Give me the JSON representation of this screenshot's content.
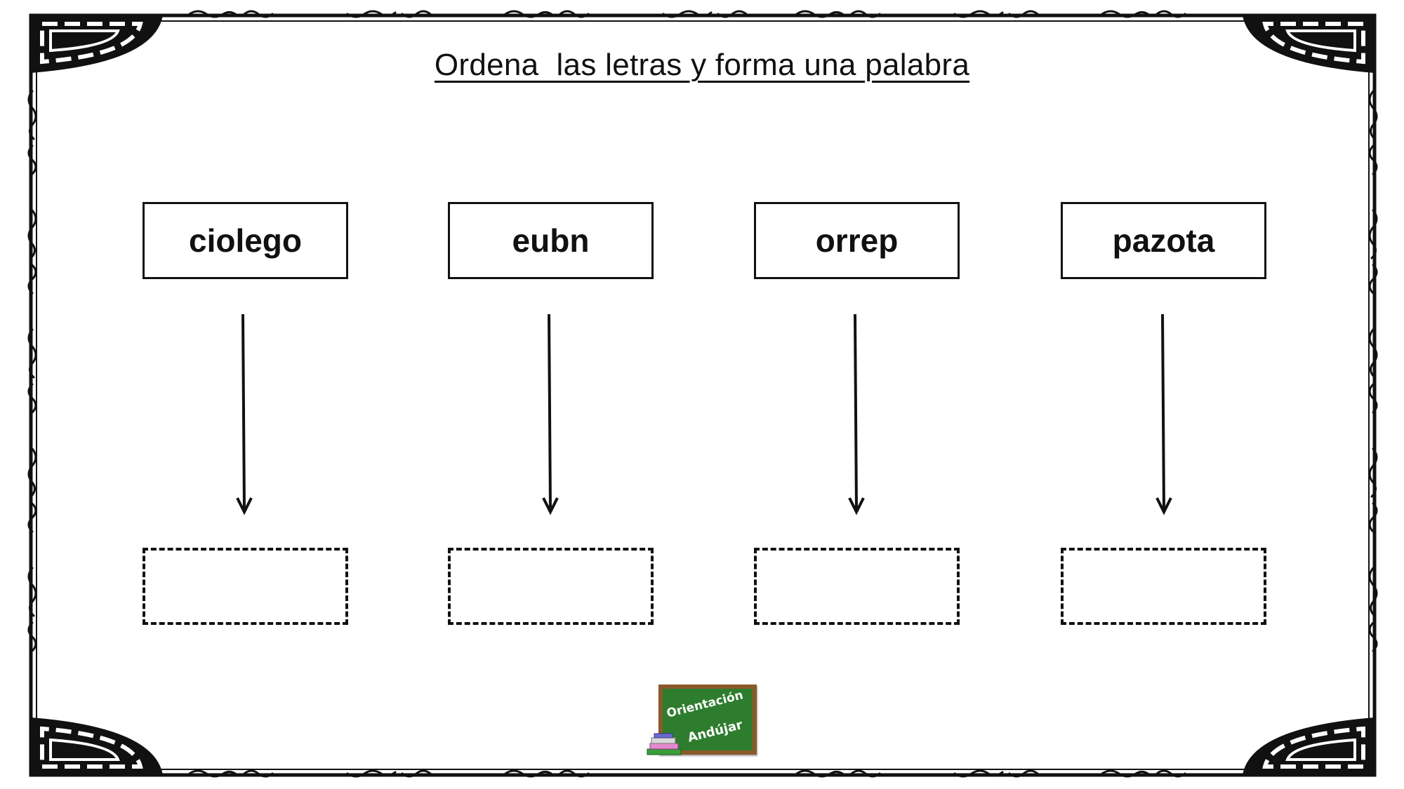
{
  "worksheet": {
    "title": "Ordena  las letras y forma una palabra",
    "words": [
      {
        "scrambled": "ciolego"
      },
      {
        "scrambled": "eubn"
      },
      {
        "scrambled": "orrep"
      },
      {
        "scrambled": "pazota"
      }
    ]
  },
  "logo": {
    "line1": "Orientación",
    "line2": "Andújar",
    "board_color": "#2e7d2e",
    "frame_color": "#8a5a2b"
  },
  "colors": {
    "ink": "#111111",
    "background": "#ffffff"
  }
}
